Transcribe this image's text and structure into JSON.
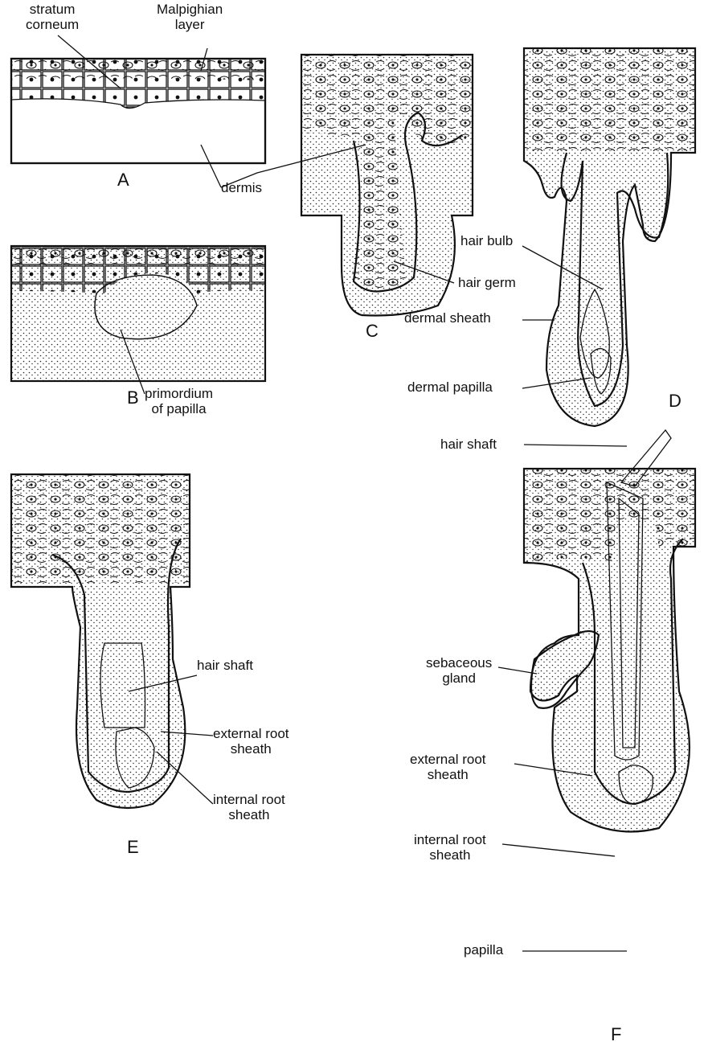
{
  "panels": {
    "A": {
      "letter": "A"
    },
    "B": {
      "letter": "B"
    },
    "C": {
      "letter": "C"
    },
    "D": {
      "letter": "D"
    },
    "E": {
      "letter": "E"
    },
    "F": {
      "letter": "F"
    }
  },
  "labels": {
    "stratum_corneum": "stratum\ncorneum",
    "malpighian_layer": "Malpighian\nlayer",
    "dermis": "dermis",
    "primordium_of_papilla": "primordium\nof papilla",
    "hair_germ": "hair germ",
    "hair_bulb": "hair bulb",
    "dermal_sheath": "dermal sheath",
    "dermal_papilla": "dermal papilla",
    "hair_shaft_D": "hair shaft",
    "hair_shaft_E": "hair shaft",
    "external_root_sheath_E": "external root\nsheath",
    "internal_root_sheath_E": "internal root\nsheath",
    "sebaceous_gland": "sebaceous\ngland",
    "external_root_sheath_F": "external root\nsheath",
    "internal_root_sheath_F": "internal root\nsheath",
    "papilla": "papilla"
  }
}
